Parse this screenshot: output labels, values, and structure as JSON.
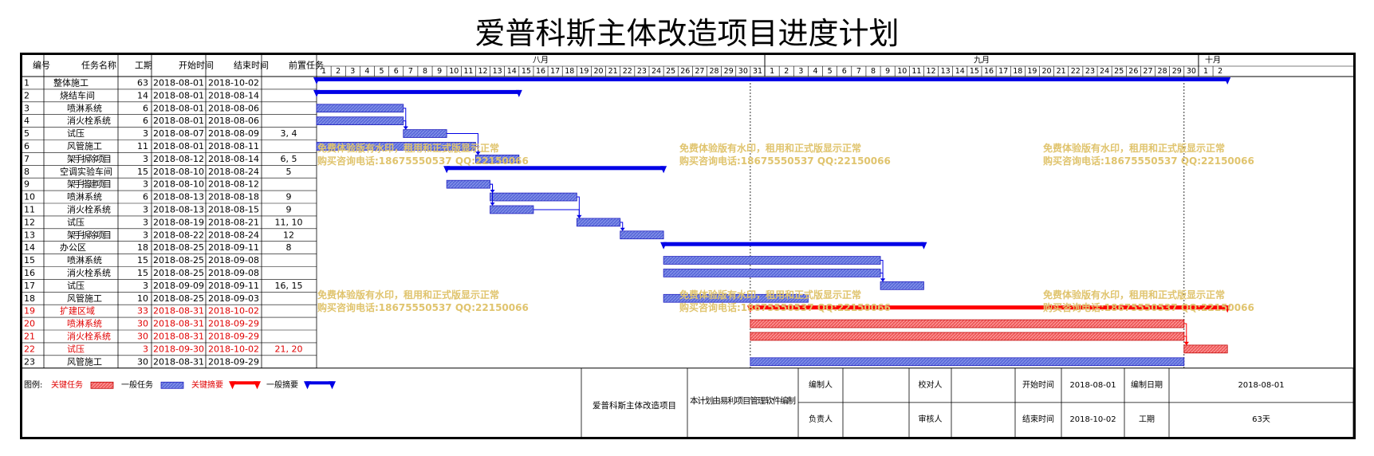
{
  "title": "爱普科斯主体改造项目进度计划",
  "chart_data": {
    "type": "gantt",
    "columns": [
      "编号",
      "任务名称",
      "工期",
      "开始时间",
      "结束时间",
      "前置任务"
    ],
    "months": [
      {
        "name": "八月",
        "days": [
          1,
          2,
          3,
          4,
          5,
          6,
          7,
          8,
          9,
          10,
          11,
          12,
          13,
          14,
          15,
          16,
          17,
          18,
          19,
          20,
          21,
          22,
          23,
          24,
          25,
          26,
          27,
          28,
          29,
          30,
          31
        ]
      },
      {
        "name": "九月",
        "days": [
          1,
          2,
          3,
          4,
          5,
          6,
          7,
          8,
          9,
          10,
          11,
          12,
          13,
          14,
          15,
          16,
          17,
          18,
          19,
          20,
          21,
          22,
          23,
          24,
          25,
          26,
          27,
          28,
          29,
          30
        ]
      },
      {
        "name": "十月",
        "days": [
          1,
          2
        ]
      }
    ],
    "timeline_start": "2018-08-01",
    "tasks": [
      {
        "id": "1",
        "name": "整体施工",
        "level": 0,
        "dur": "63",
        "start": "2018-08-01",
        "end": "2018-10-02",
        "pred": "",
        "kind": "summary",
        "critical": false
      },
      {
        "id": "2",
        "name": "烧结车间",
        "level": 1,
        "dur": "14",
        "start": "2018-08-01",
        "end": "2018-08-14",
        "pred": "",
        "kind": "summary",
        "critical": false
      },
      {
        "id": "3",
        "name": "喷淋系统",
        "level": 2,
        "dur": "6",
        "start": "2018-08-01",
        "end": "2018-08-06",
        "pred": "",
        "kind": "task",
        "critical": false
      },
      {
        "id": "4",
        "name": "消火栓系统",
        "level": 2,
        "dur": "6",
        "start": "2018-08-01",
        "end": "2018-08-06",
        "pred": "",
        "kind": "task",
        "critical": false
      },
      {
        "id": "5",
        "name": "试压",
        "level": 2,
        "dur": "3",
        "start": "2018-08-07",
        "end": "2018-08-09",
        "pred": "3, 4",
        "kind": "task",
        "critical": false
      },
      {
        "id": "6",
        "name": "风管施工",
        "level": 2,
        "dur": "11",
        "start": "2018-08-01",
        "end": "2018-08-11",
        "pred": "",
        "kind": "task",
        "critical": false
      },
      {
        "id": "7",
        "name": "架手拆除项目",
        "level": 2,
        "dur": "3",
        "start": "2018-08-12",
        "end": "2018-08-14",
        "pred": "6, 5",
        "kind": "task",
        "critical": false
      },
      {
        "id": "8",
        "name": "空调实验车间",
        "level": 1,
        "dur": "15",
        "start": "2018-08-10",
        "end": "2018-08-24",
        "pred": "5",
        "kind": "summary",
        "critical": false
      },
      {
        "id": "9",
        "name": "架手搭建项目",
        "level": 2,
        "dur": "3",
        "start": "2018-08-10",
        "end": "2018-08-12",
        "pred": "",
        "kind": "task",
        "critical": false
      },
      {
        "id": "10",
        "name": "喷淋系统",
        "level": 2,
        "dur": "6",
        "start": "2018-08-13",
        "end": "2018-08-18",
        "pred": "9",
        "kind": "task",
        "critical": false
      },
      {
        "id": "11",
        "name": "消火栓系统",
        "level": 2,
        "dur": "3",
        "start": "2018-08-13",
        "end": "2018-08-15",
        "pred": "9",
        "kind": "task",
        "critical": false
      },
      {
        "id": "12",
        "name": "试压",
        "level": 2,
        "dur": "3",
        "start": "2018-08-19",
        "end": "2018-08-21",
        "pred": "11, 10",
        "kind": "task",
        "critical": false
      },
      {
        "id": "13",
        "name": "架手拆除项目",
        "level": 2,
        "dur": "3",
        "start": "2018-08-22",
        "end": "2018-08-24",
        "pred": "12",
        "kind": "task",
        "critical": false
      },
      {
        "id": "14",
        "name": "办公区",
        "level": 1,
        "dur": "18",
        "start": "2018-08-25",
        "end": "2018-09-11",
        "pred": "8",
        "kind": "summary",
        "critical": false
      },
      {
        "id": "15",
        "name": "喷淋系统",
        "level": 2,
        "dur": "15",
        "start": "2018-08-25",
        "end": "2018-09-08",
        "pred": "",
        "kind": "task",
        "critical": false
      },
      {
        "id": "16",
        "name": "消火栓系统",
        "level": 2,
        "dur": "15",
        "start": "2018-08-25",
        "end": "2018-09-08",
        "pred": "",
        "kind": "task",
        "critical": false
      },
      {
        "id": "17",
        "name": "试压",
        "level": 2,
        "dur": "3",
        "start": "2018-09-09",
        "end": "2018-09-11",
        "pred": "16, 15",
        "kind": "task",
        "critical": false
      },
      {
        "id": "18",
        "name": "风管施工",
        "level": 2,
        "dur": "10",
        "start": "2018-08-25",
        "end": "2018-09-03",
        "pred": "",
        "kind": "task",
        "critical": false
      },
      {
        "id": "19",
        "name": "扩建区域",
        "level": 1,
        "dur": "33",
        "start": "2018-08-31",
        "end": "2018-10-02",
        "pred": "",
        "kind": "summary",
        "critical": true
      },
      {
        "id": "20",
        "name": "喷淋系统",
        "level": 2,
        "dur": "30",
        "start": "2018-08-31",
        "end": "2018-09-29",
        "pred": "",
        "kind": "task",
        "critical": true
      },
      {
        "id": "21",
        "name": "消火栓系统",
        "level": 2,
        "dur": "30",
        "start": "2018-08-31",
        "end": "2018-09-29",
        "pred": "",
        "kind": "task",
        "critical": true
      },
      {
        "id": "22",
        "name": "试压",
        "level": 2,
        "dur": "3",
        "start": "2018-09-30",
        "end": "2018-10-02",
        "pred": "21, 20",
        "kind": "task",
        "critical": true
      },
      {
        "id": "23",
        "name": "风管施工",
        "level": 2,
        "dur": "30",
        "start": "2018-08-31",
        "end": "2018-09-29",
        "pred": "",
        "kind": "task",
        "critical": false
      }
    ],
    "links": [
      [
        3,
        5
      ],
      [
        4,
        5
      ],
      [
        5,
        7
      ],
      [
        6,
        7
      ],
      [
        9,
        10
      ],
      [
        9,
        11
      ],
      [
        10,
        12
      ],
      [
        11,
        12
      ],
      [
        12,
        13
      ],
      [
        15,
        17
      ],
      [
        16,
        17
      ],
      [
        20,
        22
      ],
      [
        21,
        22
      ]
    ],
    "today_lines": [
      "2018-08-31",
      "2018-09-30"
    ],
    "legend": {
      "label": "图例:",
      "items": [
        {
          "text": "关键任务",
          "kind": "task",
          "critical": true
        },
        {
          "text": "一般任务",
          "kind": "task",
          "critical": false
        },
        {
          "text": "关键摘要",
          "kind": "summary",
          "critical": true
        },
        {
          "text": "一般摘要",
          "kind": "summary",
          "critical": false
        }
      ]
    },
    "colors": {
      "normal": "#0000e6",
      "critical": "#ff0000",
      "task_fill": "#5b6bd9",
      "critical_fill": "#ee5a5a",
      "critical_text": "#e00000",
      "watermark": "#e0c46e"
    }
  },
  "footer": {
    "project_name": "爱普科斯主体改造项目",
    "software_note": "本计划由易利项目管理软件编制",
    "compiler_label": "编制人",
    "compiler_value": "",
    "checker_label": "校对人",
    "checker_value": "",
    "owner_label": "负责人",
    "owner_value": "",
    "reviewer_label": "审核人",
    "reviewer_value": "",
    "start_label": "开始时间",
    "start_value": "2018-08-01",
    "end_label": "结束时间",
    "end_value": "2018-10-02",
    "date_label": "编制日期",
    "date_value": "2018-08-01",
    "duration_label": "工期",
    "duration_value": "63天"
  },
  "watermark": {
    "line1": "免费体验版有水印，租用和正式版显示正常",
    "line2": "购买咨询电话:18675550537 QQ:22150066"
  }
}
